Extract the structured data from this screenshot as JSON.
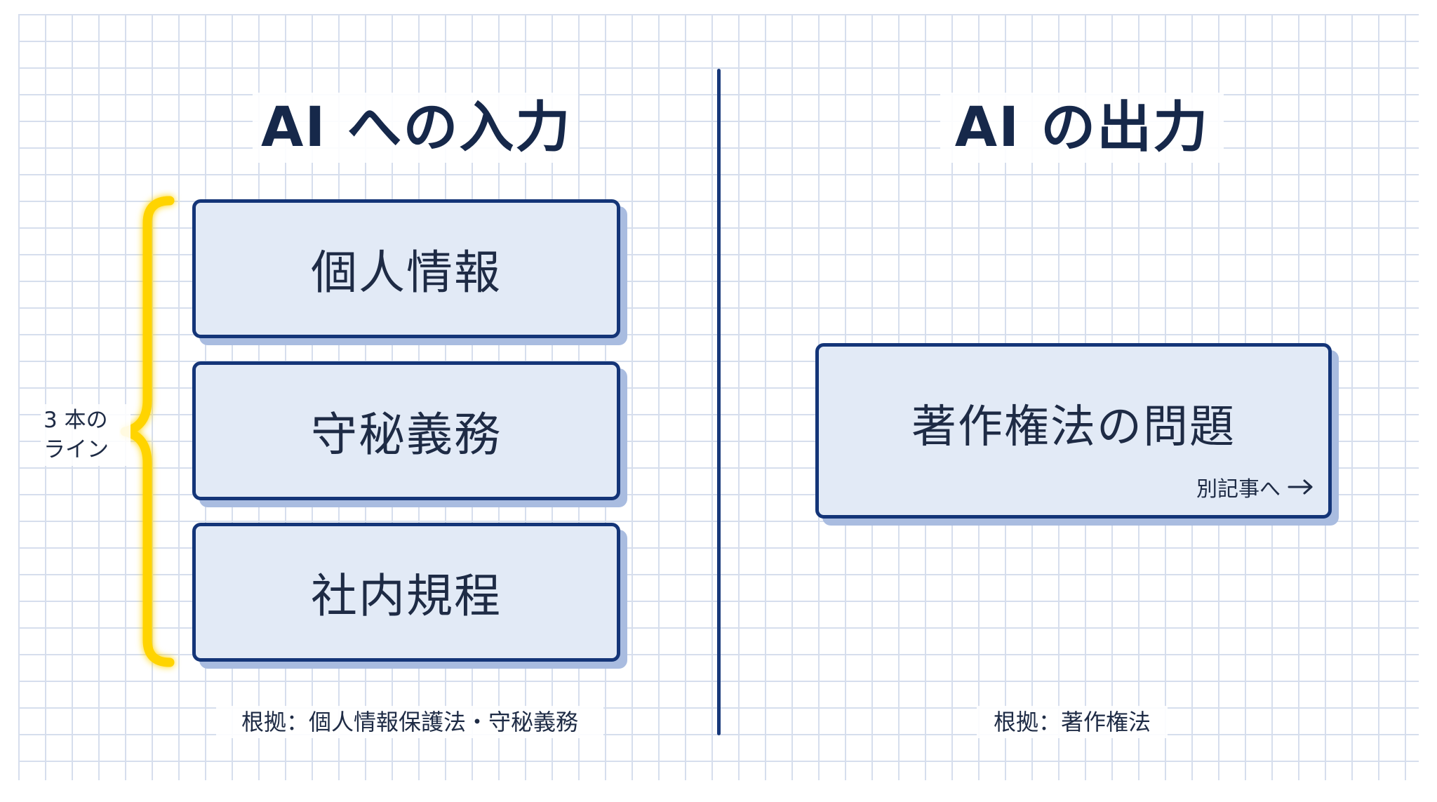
{
  "left_column": {
    "title": "AI への入力",
    "boxes": [
      "個人情報",
      "守秘義務",
      "社内規程"
    ],
    "brace_label_line1": "3 本の",
    "brace_label_line2": "ライン",
    "basis": "根拠：個人情報保護法・守秘義務"
  },
  "right_column": {
    "title": "AI の出力",
    "box": "著作権法の問題",
    "link_text": "別記事へ",
    "basis": "根拠：著作権法"
  },
  "colors": {
    "box_fill": "#e2eaf6",
    "box_border": "#143578",
    "box_shadow": "#a9bce0",
    "divider": "#17387a",
    "brace": "#ffd400",
    "grid": "#d6deed",
    "text": "#1e2b45"
  },
  "icons": {
    "link_arrow": "arrow-right-icon",
    "brace": "curly-brace-icon"
  }
}
